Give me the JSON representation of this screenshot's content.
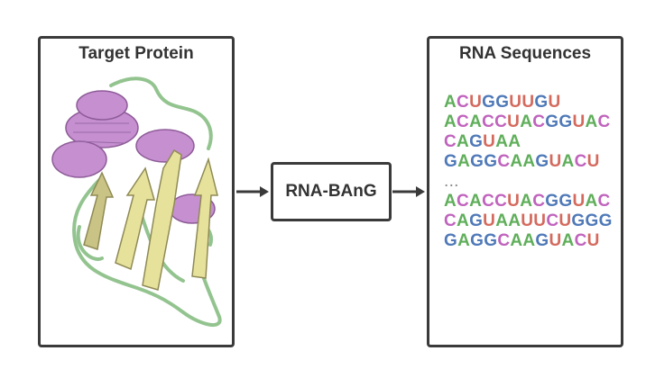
{
  "protein_panel": {
    "title": "Target Protein",
    "image": "protein-cartoon"
  },
  "model": {
    "label": "RNA-BAnG"
  },
  "rna_panel": {
    "title": "RNA Sequences",
    "sequences": [
      "ACUGGUUGU",
      "ACACCUACGGUAC",
      "CAGUAA",
      "GAGGCAAGUACU",
      "...",
      "ACACCUACGGUAC",
      "CAGUAAUUCUGGG",
      "GAGGCAAGUACU"
    ]
  },
  "colors": {
    "A": "#5fae5a",
    "C": "#c063bd",
    "G": "#4f79b8",
    "U": "#d46a5e",
    "helix": "#c58fd0",
    "strand": "#e6e29c",
    "loop": "#93c48f",
    "border": "#3a3a3a"
  }
}
